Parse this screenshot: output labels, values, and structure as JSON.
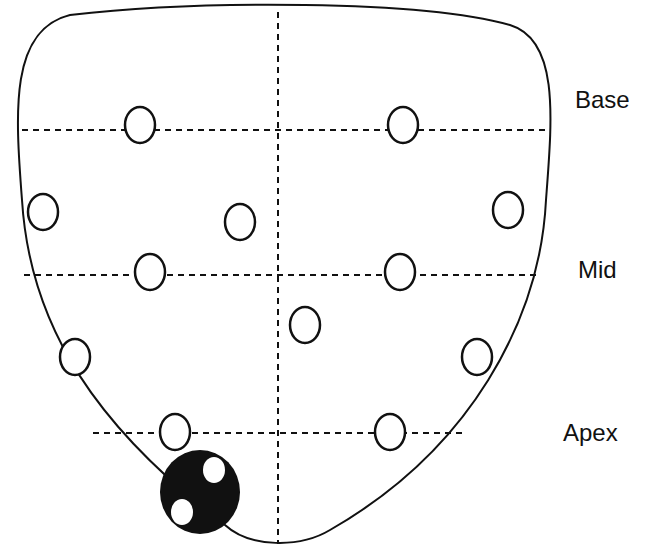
{
  "diagram": {
    "labels": [
      "Base",
      "Mid",
      "Apex"
    ]
  }
}
